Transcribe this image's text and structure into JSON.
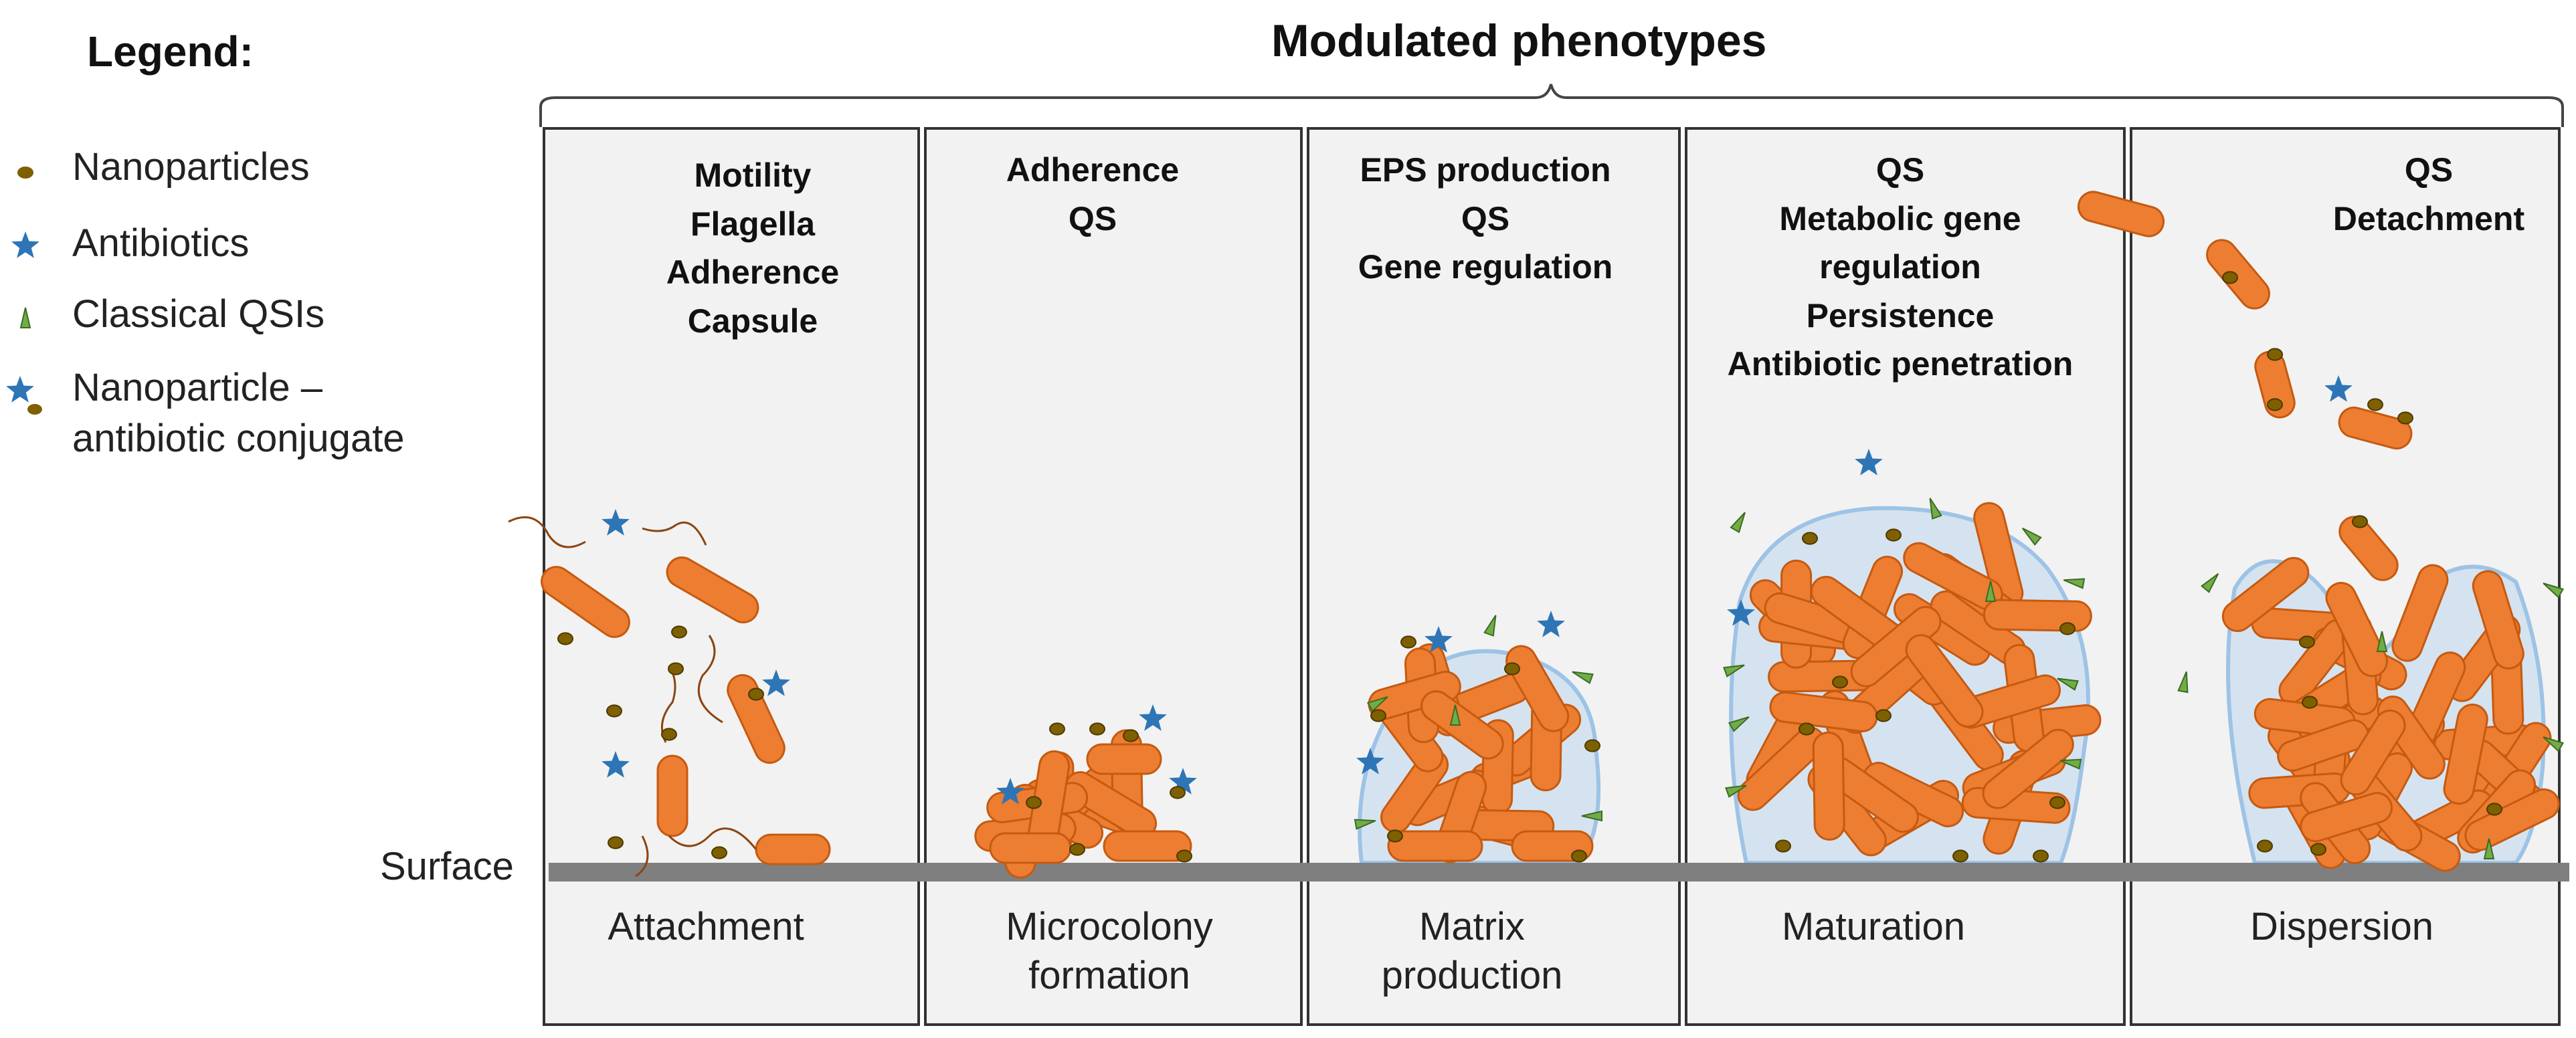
{
  "legend": {
    "title": "Legend:",
    "items": [
      {
        "label": "Nanoparticles",
        "icon": "nanoparticle-icon"
      },
      {
        "label": "Antibiotics",
        "icon": "antibiotic-star-icon"
      },
      {
        "label": "Classical QSIs",
        "icon": "qsi-triangle-icon"
      },
      {
        "label_line1": "Nanoparticle –",
        "label_line2": "antibiotic conjugate",
        "icon": "conjugate-icon"
      }
    ]
  },
  "title": "Modulated  phenotypes",
  "surface_label": "Surface",
  "colors": {
    "bacteria": "#ED7D31",
    "bacteria_outline": "#C55A11",
    "antibiotic": "#2E75B6",
    "nanoparticle": "#7F6000",
    "qsi": "#70AD47",
    "surface": "#7F7F7F",
    "matrix": "#BDD7EE",
    "panel": "#F2F2F2"
  },
  "panels": [
    {
      "phenotypes": [
        "Motility",
        "Flagella",
        "Adherence",
        "Capsule"
      ],
      "stage": [
        "Attachment"
      ]
    },
    {
      "phenotypes": [
        "Adherence",
        "QS"
      ],
      "stage": [
        "Microcolony",
        "formation"
      ]
    },
    {
      "phenotypes": [
        "EPS production",
        "QS",
        "Gene regulation"
      ],
      "stage": [
        "Matrix",
        "production"
      ]
    },
    {
      "phenotypes": [
        "QS",
        "Metabolic gene",
        "regulation",
        "Persistence",
        "Antibiotic penetration"
      ],
      "stage": [
        "Maturation"
      ]
    },
    {
      "phenotypes": [
        "QS",
        "Detachment"
      ],
      "stage": [
        "Dispersion"
      ]
    }
  ]
}
